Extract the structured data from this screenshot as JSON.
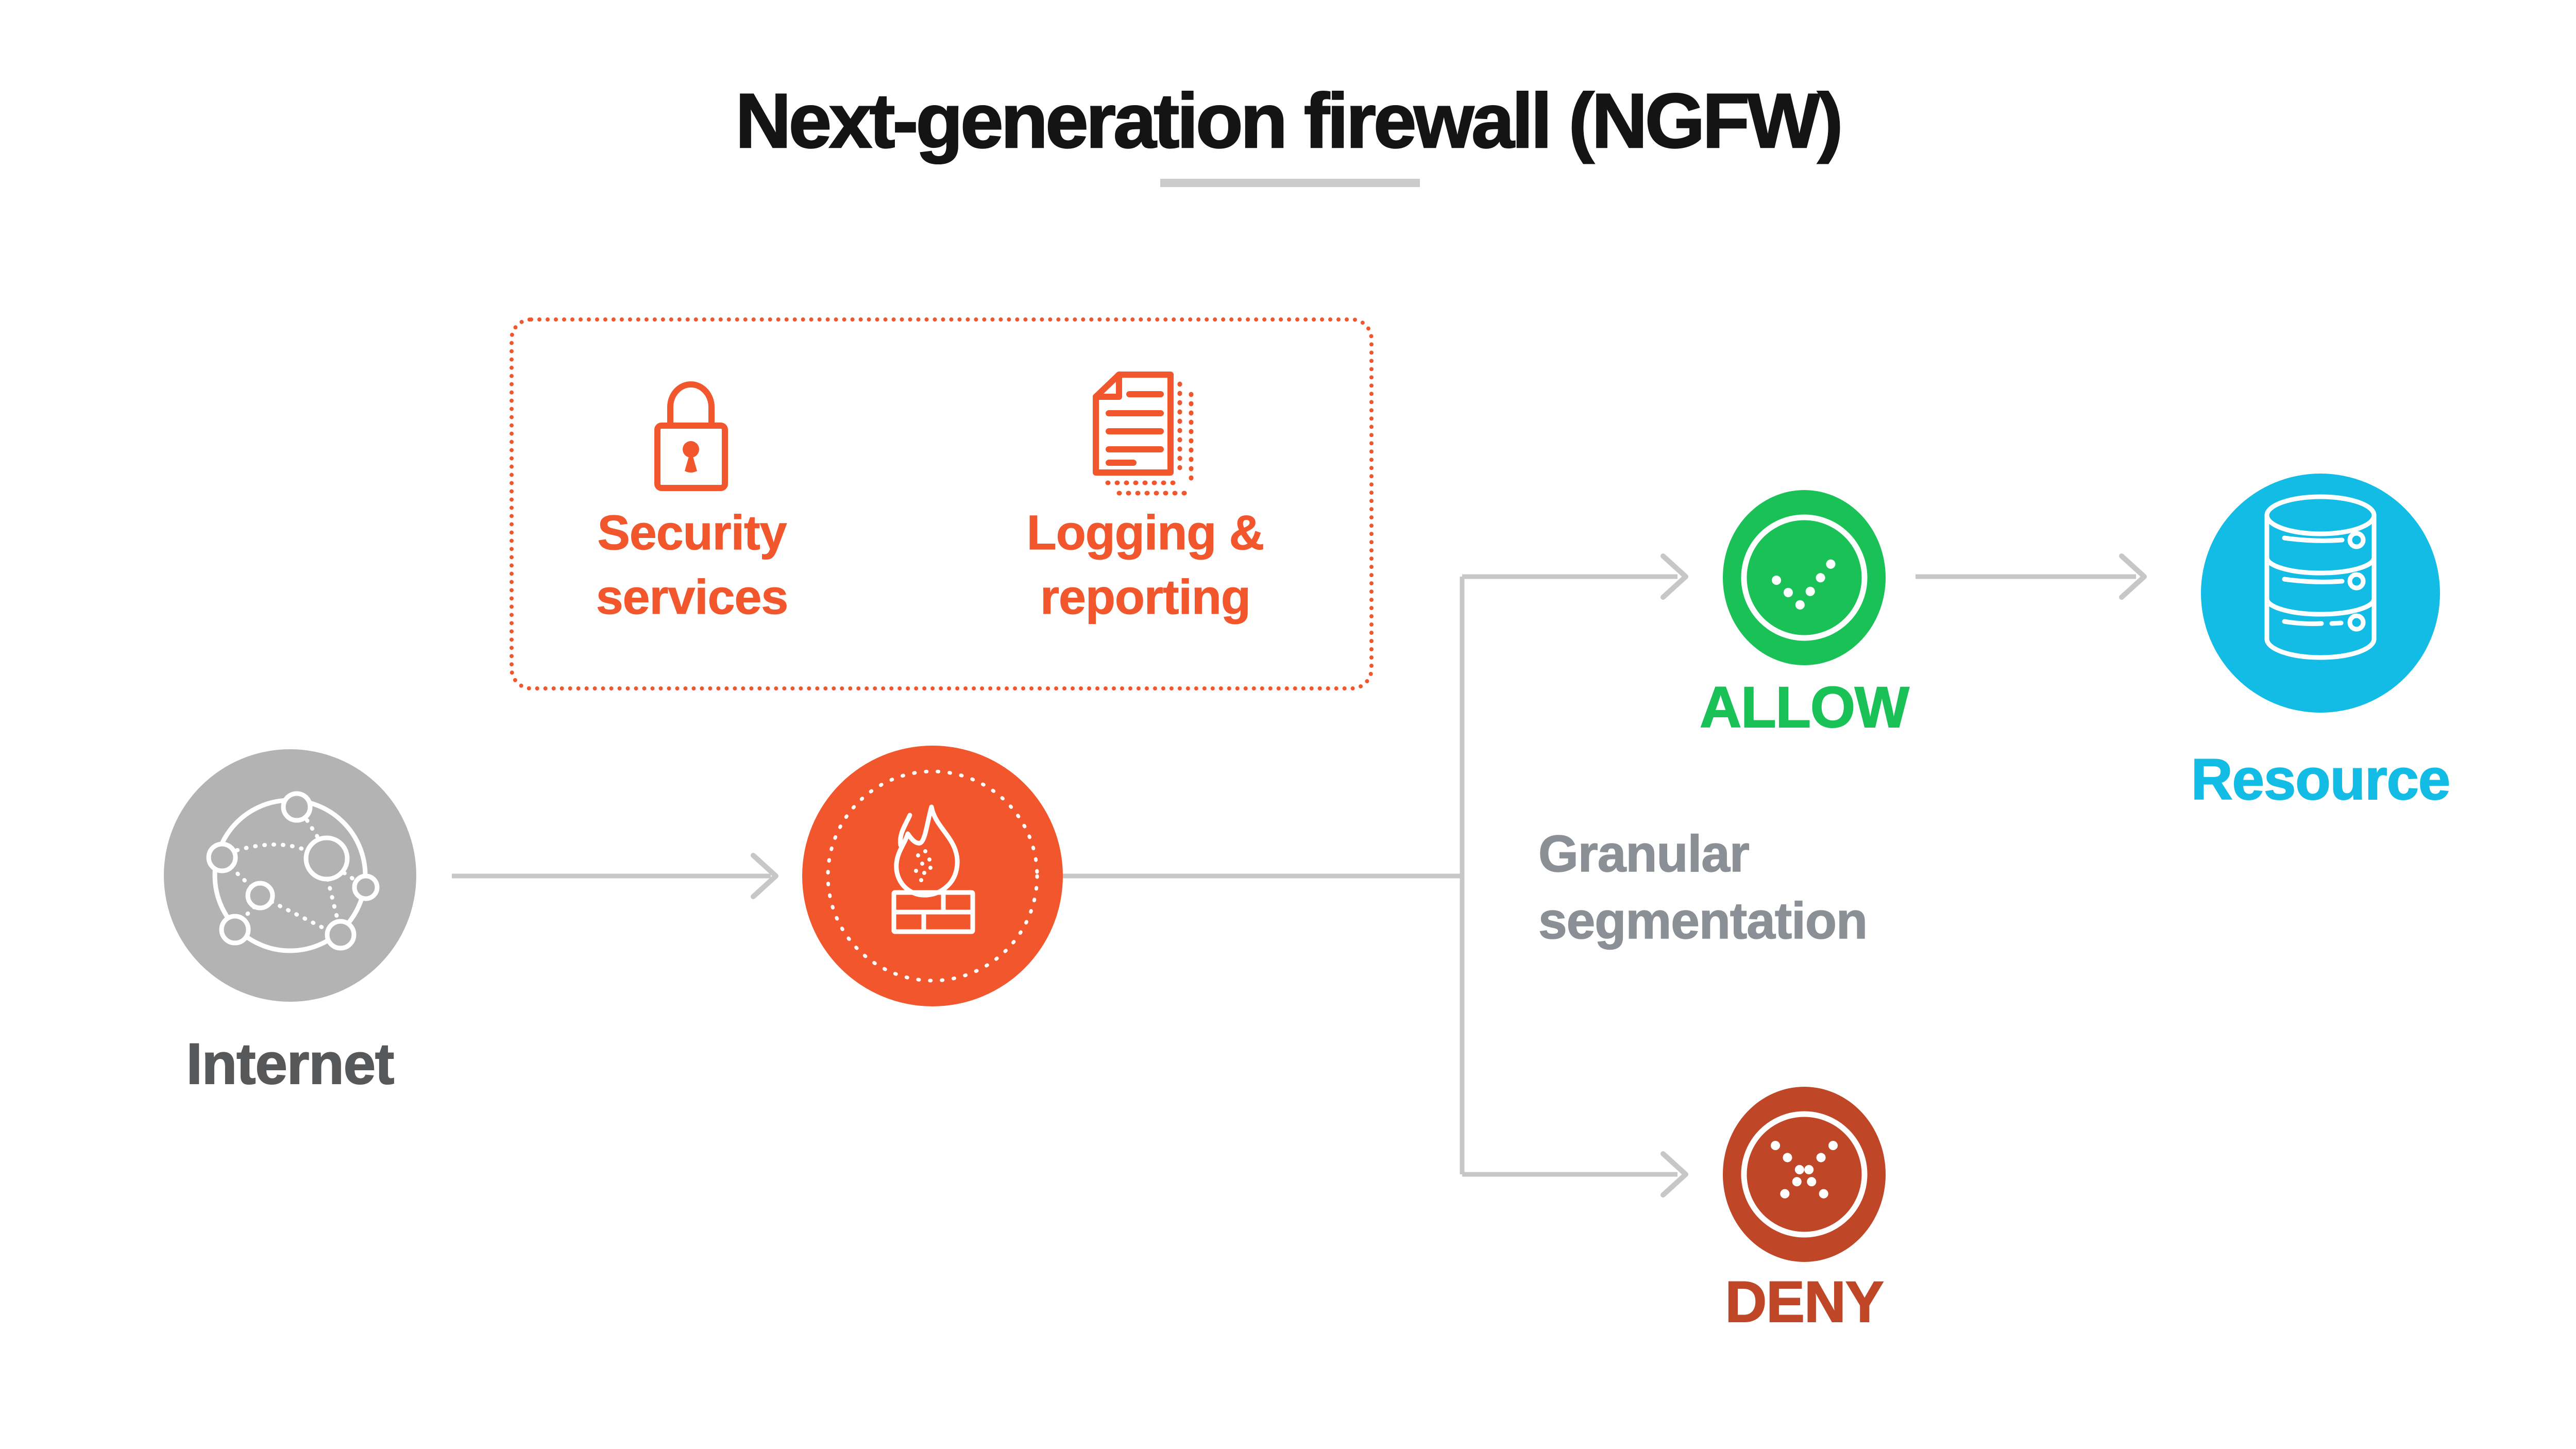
{
  "title": "Next-generation firewall (NGFW)",
  "ngfw_box": {
    "services": [
      {
        "icon": "lock-icon",
        "label": "Security services"
      },
      {
        "icon": "documents-icon",
        "label": "Logging & reporting"
      }
    ]
  },
  "nodes": {
    "internet": {
      "label": "Internet",
      "icon": "network-icon"
    },
    "firewall": {
      "icon": "firewall-flame-icon"
    },
    "allow": {
      "label": "ALLOW",
      "icon": "check-icon"
    },
    "deny": {
      "label": "DENY",
      "icon": "x-icon"
    },
    "resource": {
      "label": "Resource",
      "icon": "database-icon"
    }
  },
  "labels": {
    "granular_segmentation": "Granular segmentation"
  },
  "colors": {
    "orange": "#F1562D",
    "green": "#19C156",
    "deny_red": "#C04628",
    "blue": "#12BCE5",
    "node_gray": "#B3B3B3",
    "label_dark": "#57585A",
    "label_gray": "#8A9095",
    "arrow_gray": "#C7C7C7",
    "title_black": "#141414",
    "underline_gray": "#CBCBCB"
  }
}
